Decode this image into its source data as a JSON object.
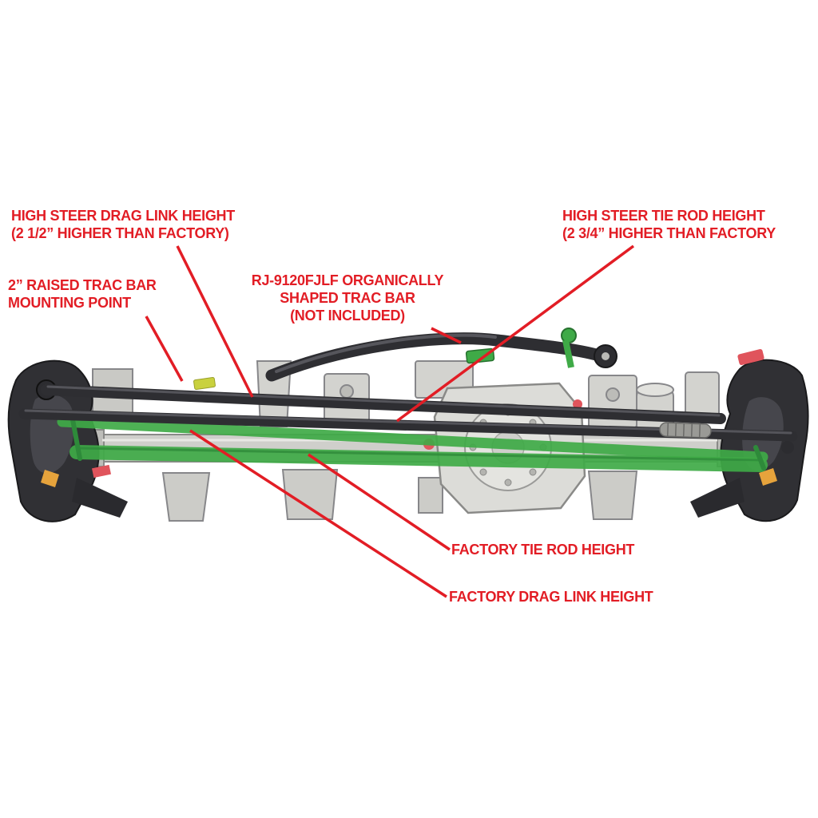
{
  "colors": {
    "label_red": "#e21d25",
    "leader_red": "#e21d25",
    "highlight_green": "#3faa47",
    "highlight_green_dark": "#2e8a3a",
    "part_dark": "#2e2e32",
    "part_gray": "#d6d6d2",
    "accent_red": "#e0545c",
    "accent_orange": "#e6a33c"
  },
  "labels": {
    "high_steer_drag_link": {
      "line1": "HIGH STEER DRAG LINK HEIGHT",
      "line2": "(2 1/2” HIGHER THAN FACTORY)"
    },
    "high_steer_tie_rod": {
      "line1": "HIGH STEER TIE ROD HEIGHT",
      "line2": "(2 3/4” HIGHER THAN FACTORY"
    },
    "raised_trac_bar": {
      "line1": "2” RAISED TRAC BAR",
      "line2": "MOUNTING POINT"
    },
    "trac_bar": {
      "line1": "RJ-9120FJLF ORGANICALLY",
      "line2": "SHAPED TRAC BAR",
      "line3": "(NOT INCLUDED)"
    },
    "factory_tie_rod": {
      "line1": "FACTORY TIE ROD HEIGHT"
    },
    "factory_drag_link": {
      "line1": "FACTORY DRAG LINK HEIGHT"
    }
  }
}
